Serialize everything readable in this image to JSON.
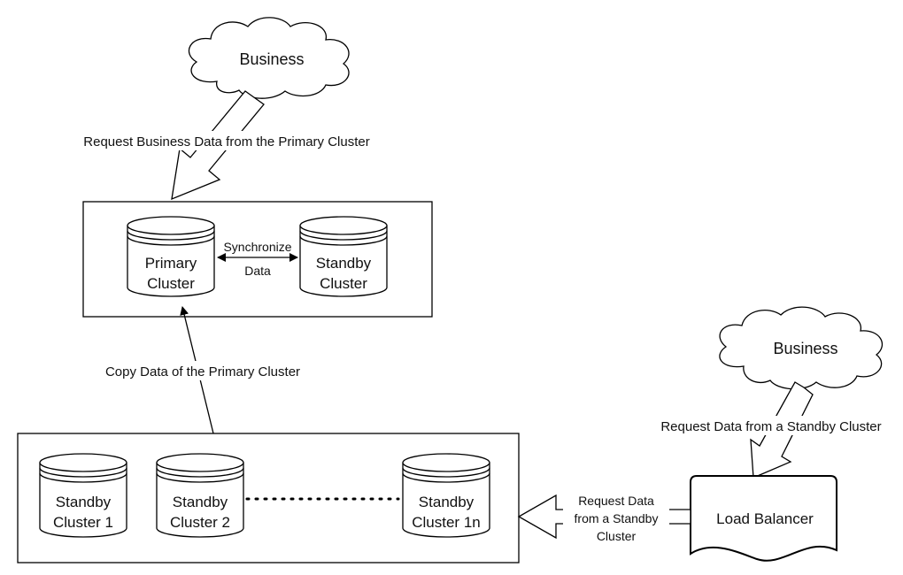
{
  "top_business": {
    "label": "Business"
  },
  "top_request": {
    "label": "Request Business Data from the Primary Cluster"
  },
  "primary_group": {
    "primary_cluster": {
      "line1": "Primary",
      "line2": "Cluster"
    },
    "standby_cluster": {
      "line1": "Standby",
      "line2": "Cluster"
    },
    "sync": {
      "line1": "Synchronize",
      "line2": "Data"
    }
  },
  "copy_data": {
    "label": "Copy Data of the Primary Cluster"
  },
  "standby_group": {
    "clusters": [
      {
        "line1": "Standby",
        "line2": "Cluster 1"
      },
      {
        "line1": "Standby",
        "line2": "Cluster 2"
      },
      {
        "line1": "Standby",
        "line2": "Cluster 1n"
      }
    ]
  },
  "right_business": {
    "label": "Business"
  },
  "right_request": {
    "label": "Request Data from a Standby Cluster"
  },
  "load_balancer": {
    "label": "Load Balancer"
  },
  "lb_request": {
    "line1": "Request Data",
    "line2": "from a Standby",
    "line3": "Cluster"
  }
}
